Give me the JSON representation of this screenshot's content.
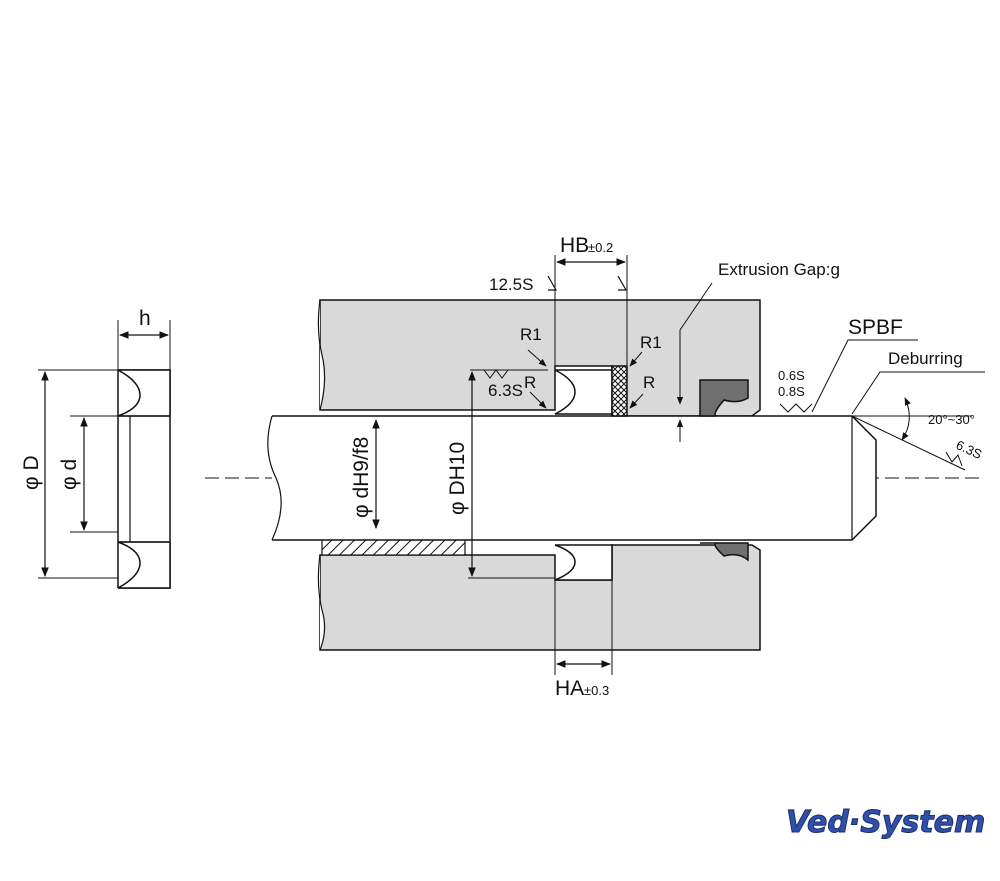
{
  "labels": {
    "hb": "HB",
    "hb_tol": "±0.2",
    "ha": "HA",
    "ha_tol": "±0.3",
    "surface_12_5": "12.5S",
    "extrusion_gap": "Extrusion Gap:g",
    "spbf": "SPBF",
    "deburring": "Deburring",
    "r1_left": "R1",
    "r_left": "R",
    "r1_right": "R1",
    "r_right": "R",
    "surface_6_3_left": "6.3S",
    "surface_0_6": "0.6S",
    "surface_0_8": "0.8S",
    "angle": "20°~30°",
    "surface_6_3_right": "6.3S",
    "rod_dia": "φ dH9/f8",
    "bore_dia": "φ DH10",
    "h": "h",
    "phi_D": "φ D",
    "phi_d": "φ d"
  },
  "logo": {
    "text": "Ved·System",
    "color": "#2f4fa8"
  },
  "colors": {
    "housing_fill": "#d9d9d9",
    "seal_fill": "#6f6f6f",
    "line": "#111111"
  }
}
